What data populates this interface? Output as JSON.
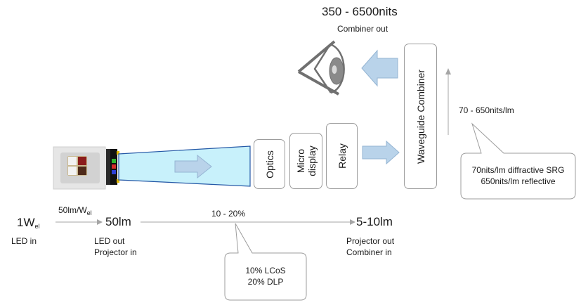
{
  "header": {
    "nits_range": "350 - 6500nits",
    "combiner_out_label": "Combiner out"
  },
  "blocks": {
    "optics": "Optics",
    "microdisplay_line1": "Micro",
    "microdisplay_line2": "display",
    "relay": "Relay",
    "waveguide": "Waveguide Combiner"
  },
  "waveguide_efficiency": "70 - 650nits/lm",
  "efficiency_callout": {
    "line1": "70nits/lm diffractive SRG",
    "line2": "650nits/lm reflective"
  },
  "power_chain": {
    "led_in_value": "1W",
    "led_in_sub": "el",
    "led_in_label": "LED in",
    "led_efficacy_prefix": "50lm/W",
    "led_efficacy_sub": "el",
    "led_out_value": "50lm",
    "led_out_label_1": "LED out",
    "led_out_label_2": "Projector in",
    "projector_efficiency": "10 - 20%",
    "projector_out_value": "5-10lm",
    "projector_out_label_1": "Projector out",
    "projector_out_label_2": "Combiner in"
  },
  "projector_callout": {
    "line1": "10% LCoS",
    "line2": "20% DLP"
  },
  "colors": {
    "arrow_fill": "#b9d3ea",
    "arrow_stroke": "#95b5d3",
    "beam_fill": "#c8f1fb",
    "beam_stroke": "#2458a6",
    "block_border": "#9c9c9c",
    "line": "#a5a5a5"
  }
}
